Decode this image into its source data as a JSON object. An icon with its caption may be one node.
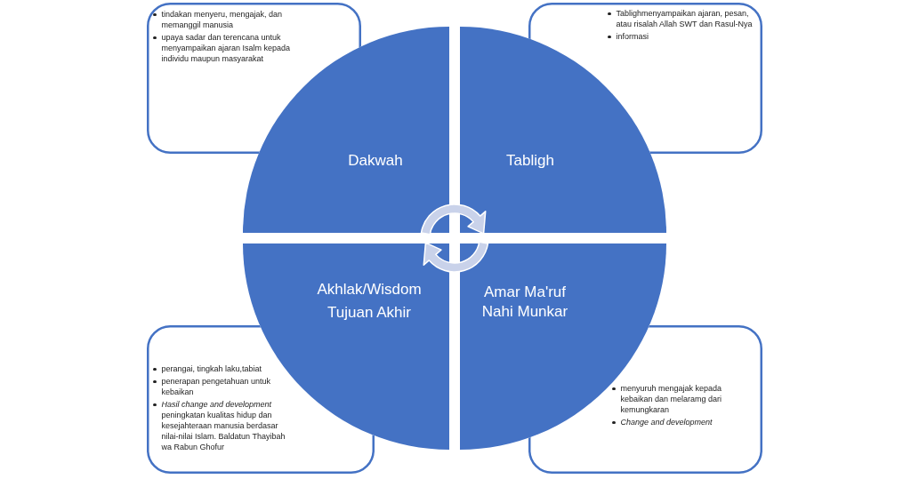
{
  "diagram": {
    "nodes": [
      {
        "text": [
          "tindakan menyeru, mengajak, dan memanggil manusia",
          "upaya sadar dan terencana untuk menyampaikan ajaran Isalm kepada individu maupun masyarakat"
        ]
      },
      {
        "text": [
          "Tablighmenyampaikan ajaran, pesan, atau risalah Allah SWT dan Rasul-Nya",
          "informasi"
        ]
      },
      {
        "text": [
          "Dakwah"
        ]
      },
      {
        "text": [
          "Tabligh"
        ]
      },
      {
        "text": [
          "Akhlak/Wisdom",
          "Tujuan Akhir"
        ]
      },
      {
        "text": [
          "Amar Ma'ruf Nahi Munkar"
        ]
      },
      {
        "text": [
          "perangai, tingkah laku,tabiat",
          "penerapan pengetahuan untuk kebaikan",
          "*Hasil change and development* peningkatan kualitas hidup dan kesejahteraan manusia berdasar nilai-nilai Islam. Baldatun Thayibah wa Rabun Ghofur"
        ]
      },
      {
        "text": [
          "menyuruh mengajak kepada kebaikan dan melaramg dari kemungkaran",
          "Change and development"
        ]
      }
    ],
    "edges": [
      {
        "from": 2,
        "to": 3,
        "arrow": "to"
      },
      {
        "from": 5,
        "to": 4,
        "arrow": "to"
      }
    ]
  }
}
